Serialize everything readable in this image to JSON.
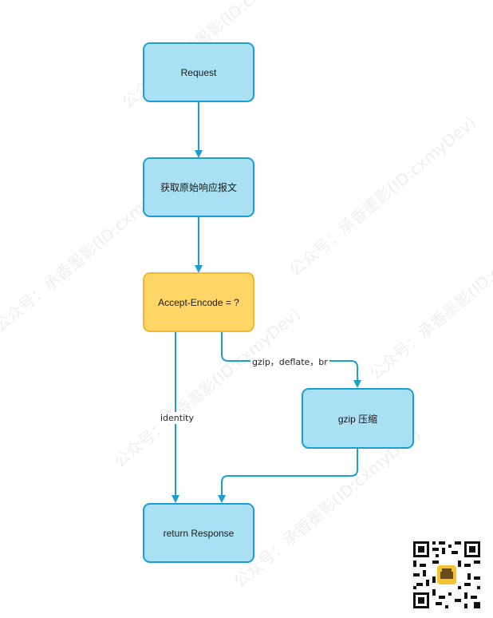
{
  "watermark": "公众号：承香墨影(ID:cxmyDev)",
  "nodes": {
    "request": "Request",
    "get_raw": "获取原始响应报文",
    "decision": "Accept-Encode = ?",
    "gzip": "gzip 压缩",
    "response": "return Response"
  },
  "edges": {
    "compress_label": "gzip，deflate，br",
    "identity_label": "identity"
  },
  "colors": {
    "node_fill": "#a9e0f3",
    "node_border": "#1a9fd0",
    "decision_fill": "#ffd666",
    "decision_border": "#f0b830",
    "arrow": "#1a9fd0"
  }
}
